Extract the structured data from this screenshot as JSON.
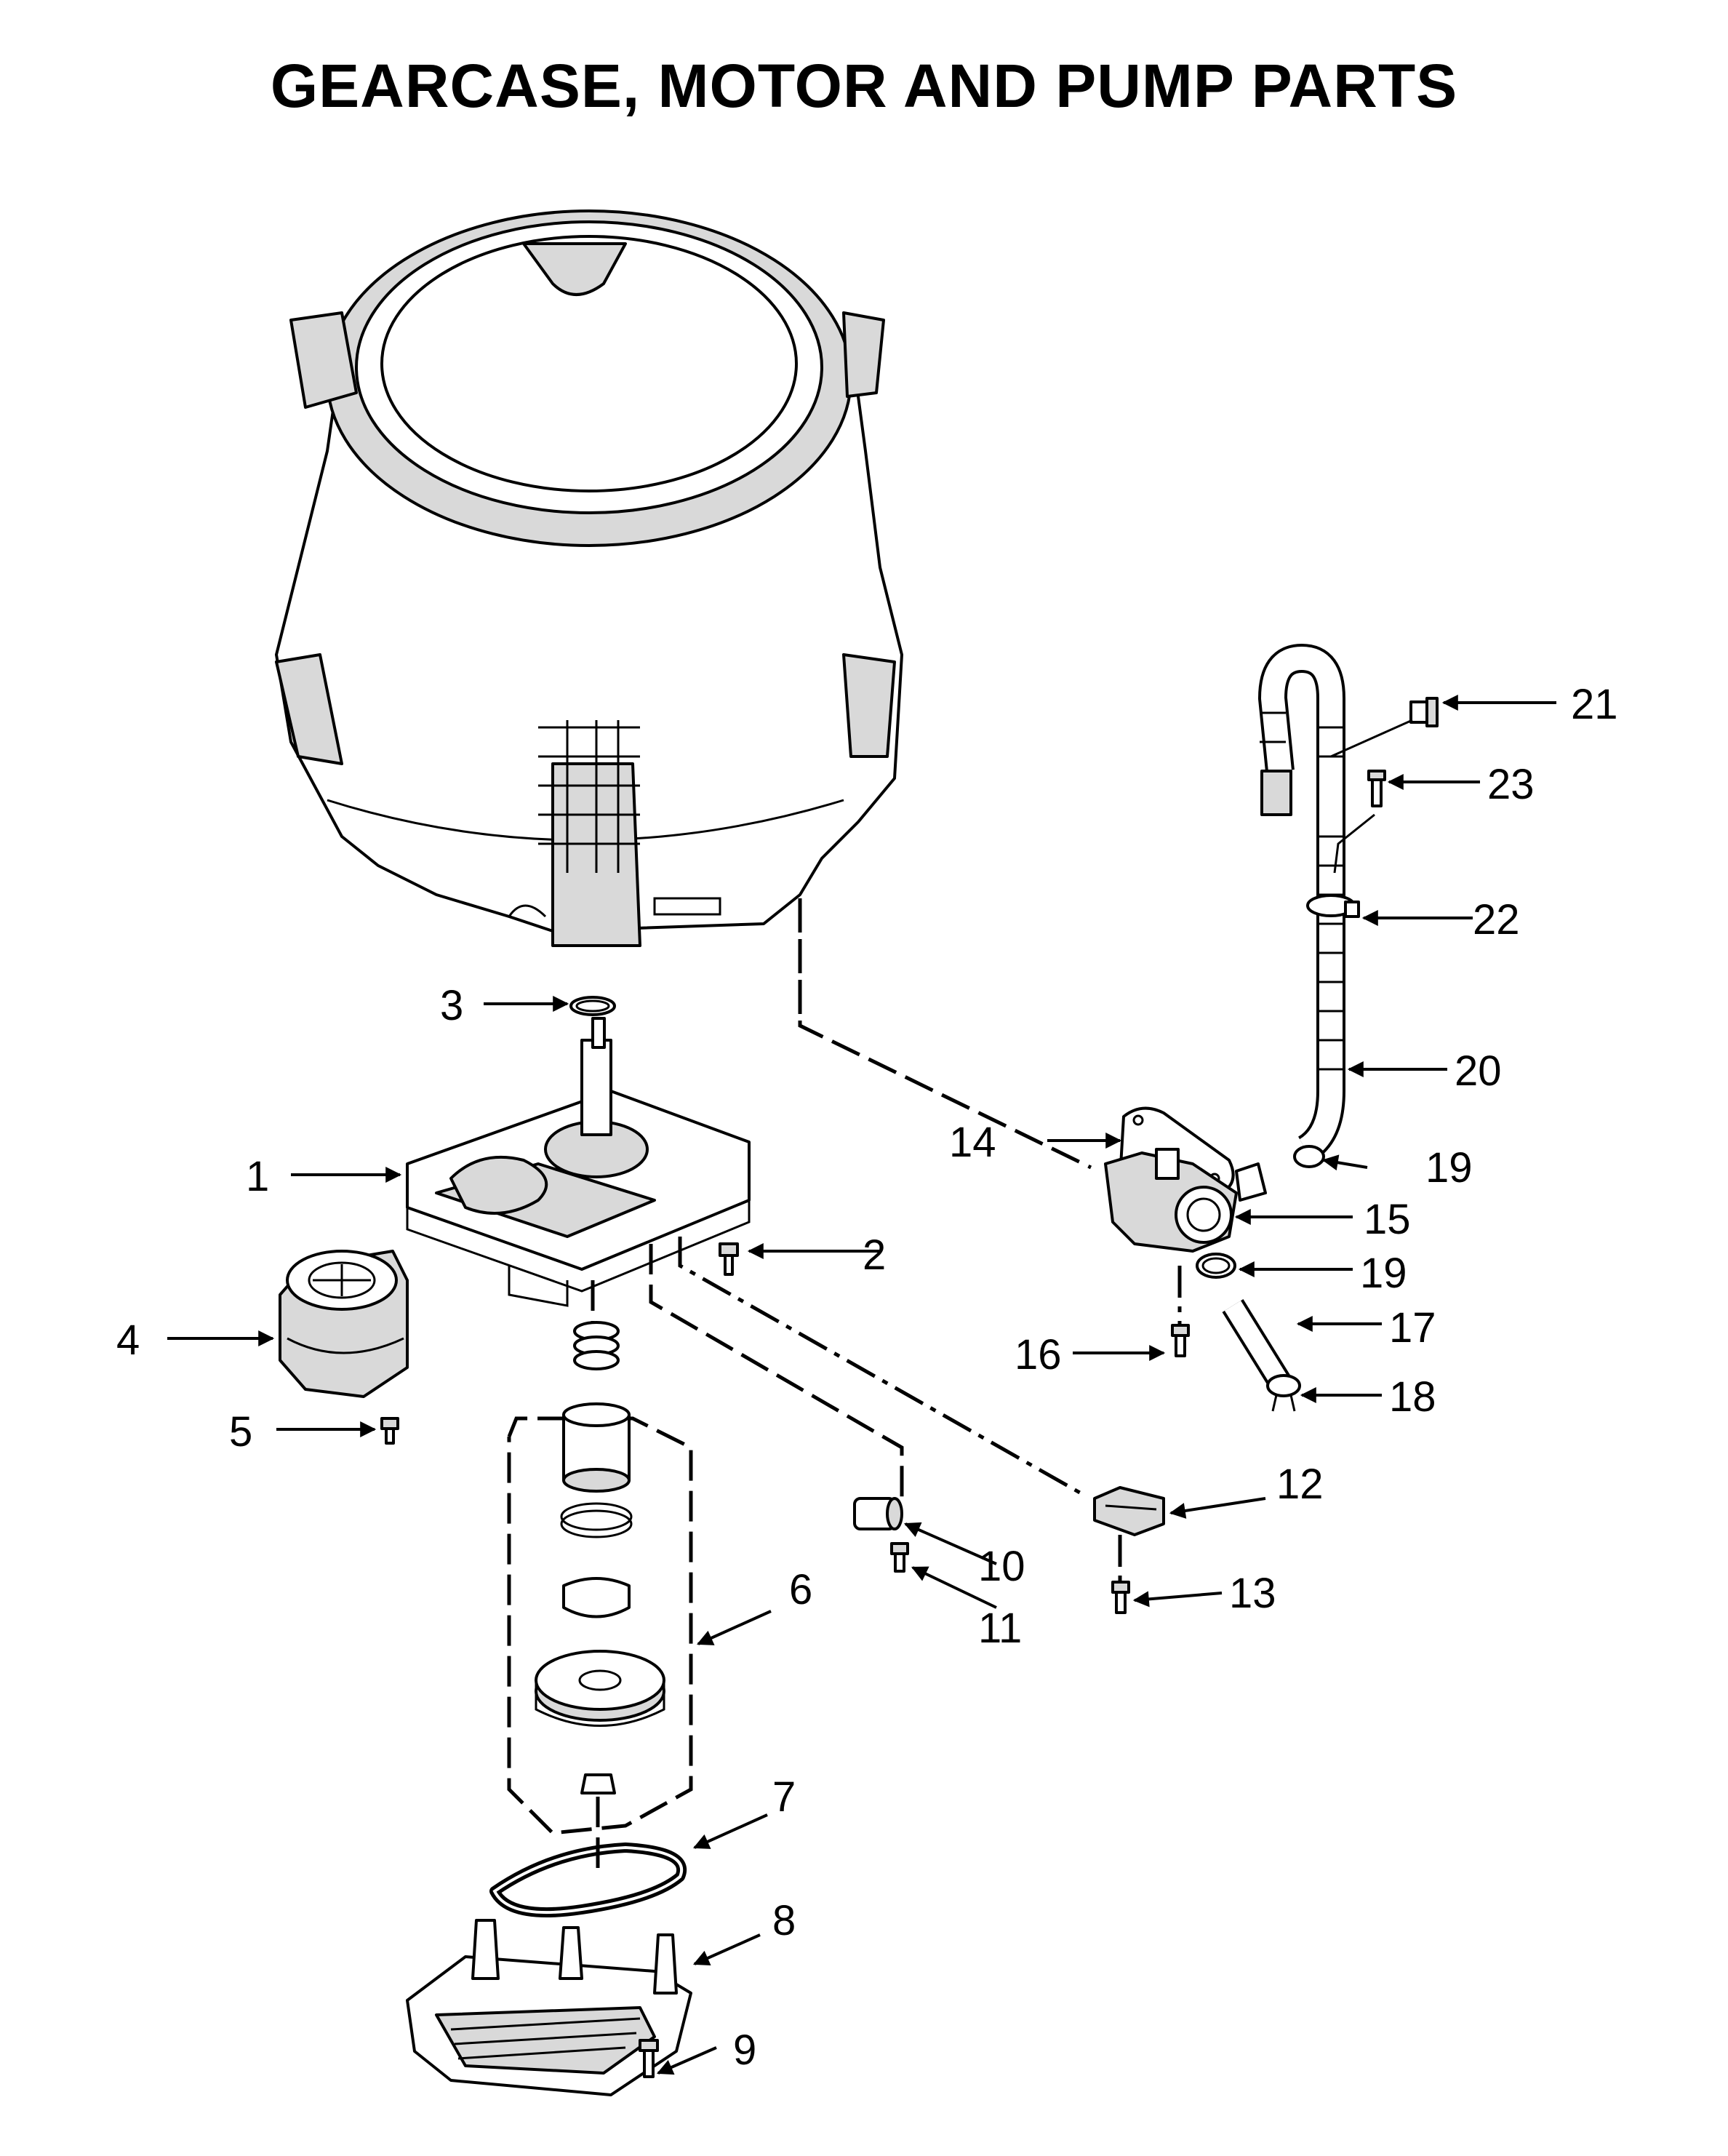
{
  "title": "GEARCASE, MOTOR AND PUMP PARTS",
  "callouts": {
    "c1": "1",
    "c2": "2",
    "c3": "3",
    "c4": "4",
    "c5": "5",
    "c6": "6",
    "c7": "7",
    "c8": "8",
    "c9": "9",
    "c10": "10",
    "c11": "11",
    "c12": "12",
    "c13": "13",
    "c14": "14",
    "c15": "15",
    "c16": "16",
    "c17": "17",
    "c18": "18",
    "c19a": "19",
    "c19b": "19",
    "c20": "20",
    "c21": "21",
    "c22": "22",
    "c23": "23"
  }
}
